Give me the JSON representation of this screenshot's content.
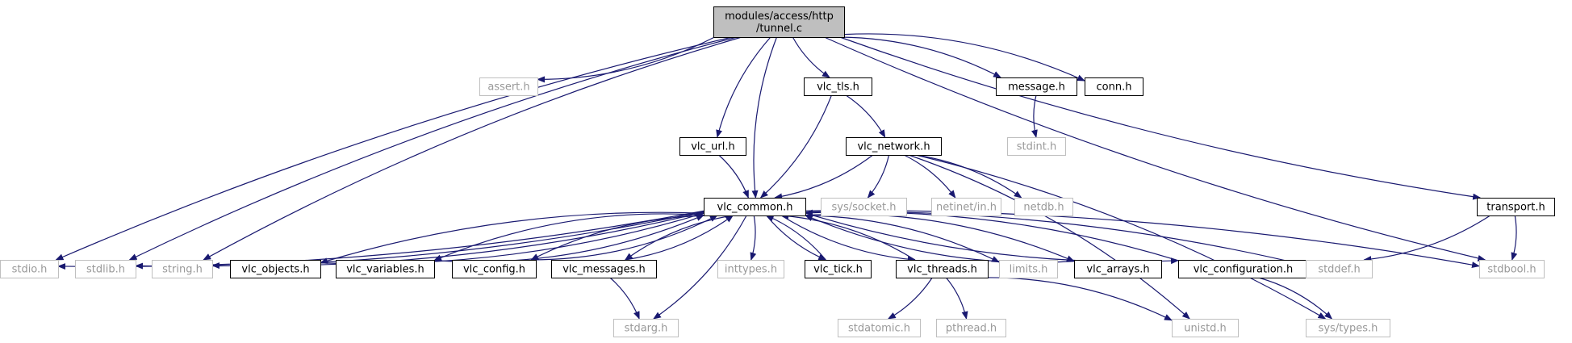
{
  "colors": {
    "edge": "#191970",
    "root_fill": "#bfbfbf",
    "node_border": "#000000",
    "external_border": "#bfbfbf",
    "external_text": "#999999",
    "text": "#000000"
  },
  "nodes": {
    "root": {
      "lines": [
        "modules/access/http",
        "/tunnel.c"
      ],
      "kind": "root"
    },
    "assert": {
      "label": "assert.h",
      "kind": "external"
    },
    "vlc_tls": {
      "label": "vlc_tls.h",
      "kind": "internal"
    },
    "message": {
      "label": "message.h",
      "kind": "internal"
    },
    "conn": {
      "label": "conn.h",
      "kind": "internal"
    },
    "stdint": {
      "label": "stdint.h",
      "kind": "external"
    },
    "vlc_url": {
      "label": "vlc_url.h",
      "kind": "internal"
    },
    "vlc_network": {
      "label": "vlc_network.h",
      "kind": "internal"
    },
    "vlc_common": {
      "label": "vlc_common.h",
      "kind": "internal"
    },
    "sys_socket": {
      "label": "sys/socket.h",
      "kind": "external"
    },
    "netinet_in": {
      "label": "netinet/in.h",
      "kind": "external"
    },
    "netdb": {
      "label": "netdb.h",
      "kind": "external"
    },
    "transport": {
      "label": "transport.h",
      "kind": "internal"
    },
    "stdio": {
      "label": "stdio.h",
      "kind": "external"
    },
    "stdlib": {
      "label": "stdlib.h",
      "kind": "external"
    },
    "string": {
      "label": "string.h",
      "kind": "external"
    },
    "vlc_objects": {
      "label": "vlc_objects.h",
      "kind": "internal"
    },
    "vlc_variables": {
      "label": "vlc_variables.h",
      "kind": "internal"
    },
    "vlc_config": {
      "label": "vlc_config.h",
      "kind": "internal"
    },
    "vlc_messages": {
      "label": "vlc_messages.h",
      "kind": "internal"
    },
    "inttypes": {
      "label": "inttypes.h",
      "kind": "external"
    },
    "vlc_tick": {
      "label": "vlc_tick.h",
      "kind": "internal"
    },
    "vlc_threads": {
      "label": "vlc_threads.h",
      "kind": "internal"
    },
    "limits": {
      "label": "limits.h",
      "kind": "external"
    },
    "vlc_arrays": {
      "label": "vlc_arrays.h",
      "kind": "internal"
    },
    "vlc_configuration": {
      "label": "vlc_configuration.h",
      "kind": "internal"
    },
    "stddef": {
      "label": "stddef.h",
      "kind": "external"
    },
    "stdbool": {
      "label": "stdbool.h",
      "kind": "external"
    },
    "stdarg": {
      "label": "stdarg.h",
      "kind": "external"
    },
    "stdatomic": {
      "label": "stdatomic.h",
      "kind": "external"
    },
    "pthread": {
      "label": "pthread.h",
      "kind": "external"
    },
    "unistd": {
      "label": "unistd.h",
      "kind": "external"
    },
    "sys_types": {
      "label": "sys/types.h",
      "kind": "external"
    }
  },
  "edges": [
    [
      "root",
      "assert"
    ],
    [
      "root",
      "vlc_tls"
    ],
    [
      "root",
      "message"
    ],
    [
      "root",
      "conn"
    ],
    [
      "root",
      "stdio"
    ],
    [
      "root",
      "stdlib"
    ],
    [
      "root",
      "string"
    ],
    [
      "root",
      "vlc_url"
    ],
    [
      "root",
      "vlc_common"
    ],
    [
      "root",
      "transport"
    ],
    [
      "root",
      "stdbool"
    ],
    [
      "message",
      "stdint"
    ],
    [
      "vlc_tls",
      "vlc_common"
    ],
    [
      "vlc_tls",
      "vlc_network"
    ],
    [
      "vlc_url",
      "vlc_common"
    ],
    [
      "vlc_network",
      "vlc_common"
    ],
    [
      "vlc_network",
      "sys_socket"
    ],
    [
      "vlc_network",
      "netinet_in"
    ],
    [
      "vlc_network",
      "netdb"
    ],
    [
      "vlc_network",
      "sys_types"
    ],
    [
      "vlc_network",
      "unistd"
    ],
    [
      "transport",
      "stddef"
    ],
    [
      "transport",
      "stdbool"
    ],
    [
      "vlc_common",
      "stdio"
    ],
    [
      "vlc_common",
      "stdlib"
    ],
    [
      "vlc_common",
      "string"
    ],
    [
      "vlc_common",
      "vlc_objects"
    ],
    [
      "vlc_common",
      "vlc_variables"
    ],
    [
      "vlc_common",
      "vlc_config"
    ],
    [
      "vlc_common",
      "vlc_messages"
    ],
    [
      "vlc_common",
      "inttypes"
    ],
    [
      "vlc_common",
      "vlc_tick"
    ],
    [
      "vlc_common",
      "vlc_threads"
    ],
    [
      "vlc_common",
      "limits"
    ],
    [
      "vlc_common",
      "vlc_arrays"
    ],
    [
      "vlc_common",
      "vlc_configuration"
    ],
    [
      "vlc_common",
      "stddef"
    ],
    [
      "vlc_common",
      "stdbool"
    ],
    [
      "vlc_common",
      "stdarg"
    ],
    [
      "vlc_objects",
      "vlc_common"
    ],
    [
      "vlc_variables",
      "vlc_common"
    ],
    [
      "vlc_config",
      "vlc_common"
    ],
    [
      "vlc_messages",
      "vlc_common"
    ],
    [
      "vlc_tick",
      "vlc_common"
    ],
    [
      "vlc_threads",
      "vlc_common"
    ],
    [
      "vlc_arrays",
      "vlc_common"
    ],
    [
      "vlc_configuration",
      "vlc_common"
    ],
    [
      "vlc_messages",
      "stdarg"
    ],
    [
      "vlc_threads",
      "stdatomic"
    ],
    [
      "vlc_threads",
      "pthread"
    ],
    [
      "vlc_threads",
      "unistd"
    ],
    [
      "vlc_configuration",
      "sys_types"
    ]
  ]
}
